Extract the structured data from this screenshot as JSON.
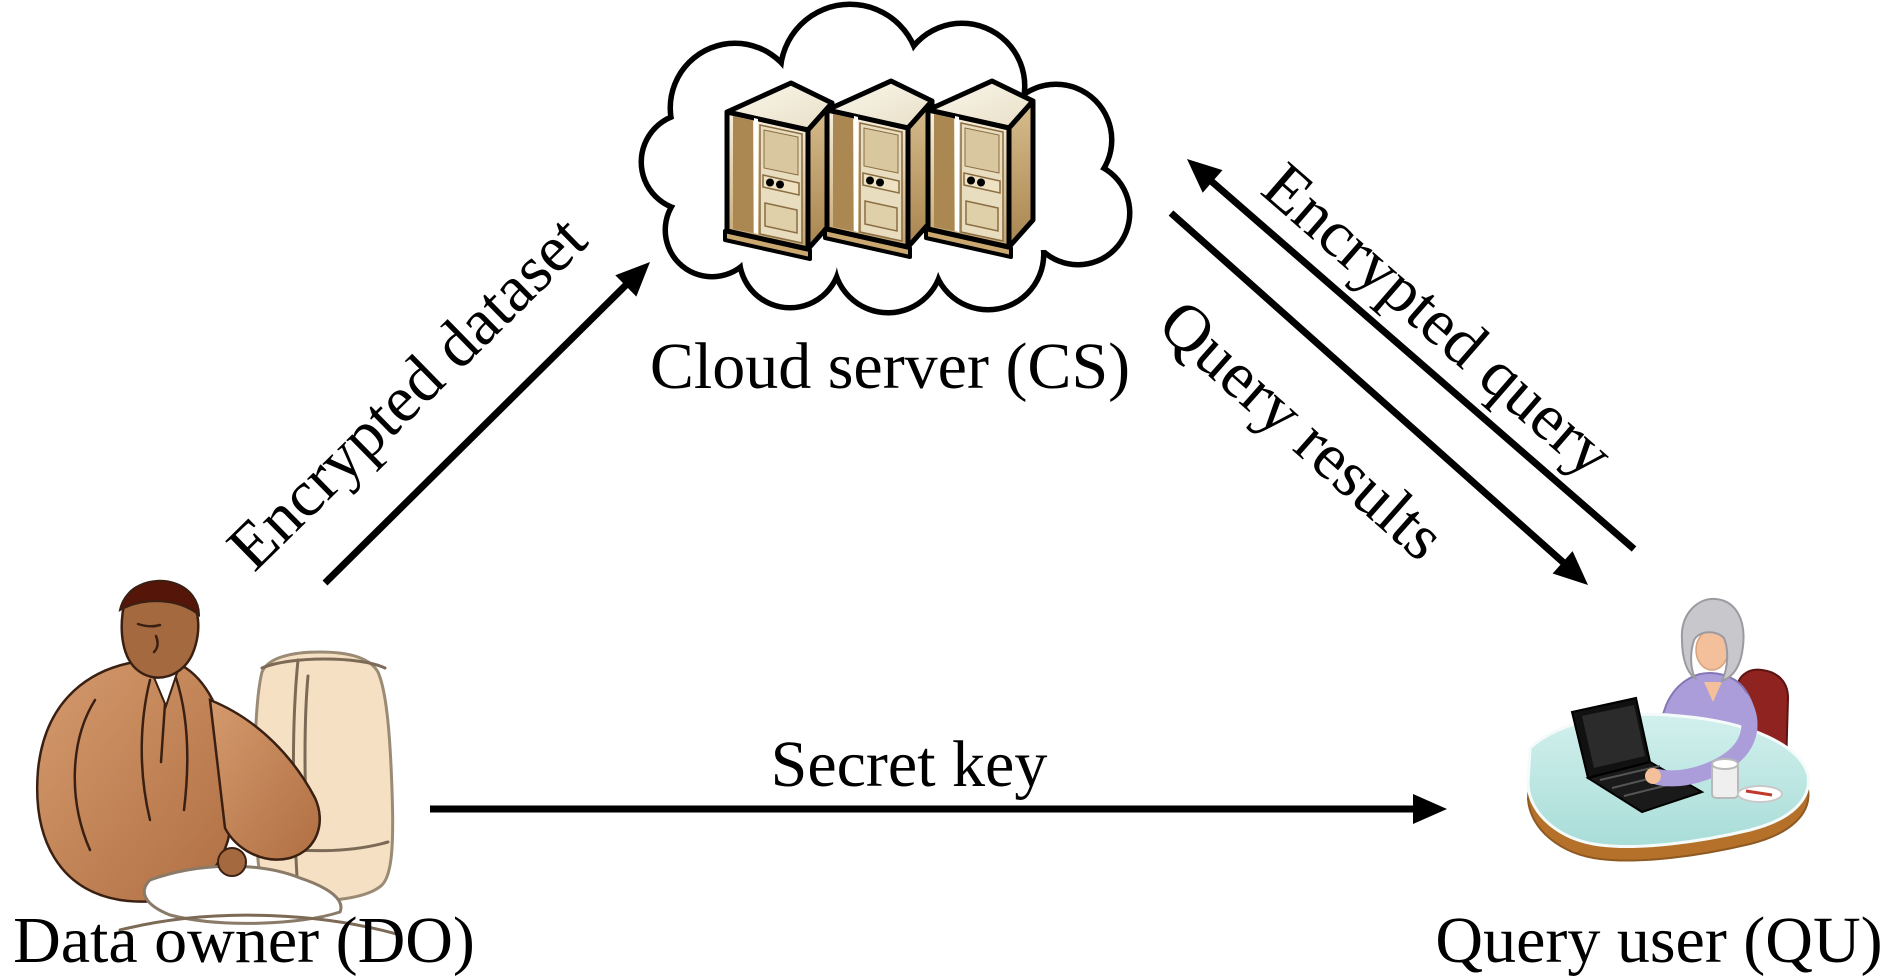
{
  "diagram": {
    "nodes": {
      "cloud_server": {
        "label": "Cloud server (CS)",
        "icon": "server-cluster-in-cloud"
      },
      "data_owner": {
        "label": "Data owner (DO)",
        "icon": "person-at-desktop-computer"
      },
      "query_user": {
        "label": "Query user (QU)",
        "icon": "person-at-laptop-desk"
      }
    },
    "edges": {
      "encrypted_dataset": {
        "label": "Encrypted dataset",
        "from": "data_owner",
        "to": "cloud_server"
      },
      "encrypted_query": {
        "label": "Encrypted query",
        "from": "query_user",
        "to": "cloud_server"
      },
      "query_results": {
        "label": "Query results",
        "from": "cloud_server",
        "to": "query_user"
      },
      "secret_key": {
        "label": "Secret key",
        "from": "data_owner",
        "to": "query_user"
      }
    },
    "colors": {
      "background": "#ffffff",
      "line": "#000000",
      "text": "#000000",
      "server_tan": "#ab8752",
      "server_cream": "#f3ead2",
      "desk_teal": "#bfe9e5",
      "desk_rim": "#b5712a",
      "blouse_purple": "#ab9cda",
      "chair_red": "#8e2320",
      "jacket_brown": "#c08254",
      "skin_brown": "#a5693f"
    }
  }
}
